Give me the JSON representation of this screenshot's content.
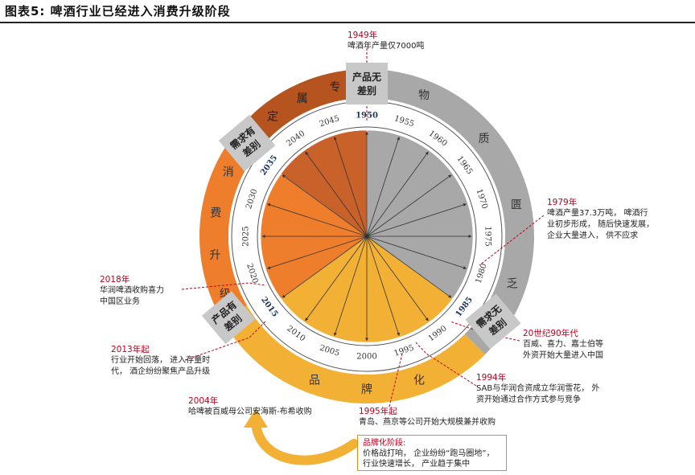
{
  "figure": {
    "title": "图表5:  啤酒行业已经进入消费升级阶段"
  },
  "colors": {
    "grey": "#a8a8a8",
    "grey_dark": "#8c8c8c",
    "yellow": "#f2b134",
    "orange": "#ee7d2c",
    "brown": "#c9612a",
    "ring_brown": "#b5541f",
    "label_box": "#c8c8c8",
    "annotation_red": "#c0001d"
  },
  "center_label": "产品无差别",
  "stage_labels": [
    {
      "id": "shortage",
      "text": "需求无差别"
    },
    {
      "id": "branding",
      "text": "产品有差别"
    },
    {
      "id": "consumer",
      "text": "需求有差别"
    }
  ],
  "arc_labels": {
    "grey": [
      "物",
      "质",
      "匮",
      "乏"
    ],
    "yellow": [
      "品",
      "牌",
      "化"
    ],
    "orange": [
      "消",
      "费",
      "升",
      "级"
    ],
    "brown": [
      "专",
      "属",
      "定",
      "制"
    ]
  },
  "years": [
    "1950",
    "1955",
    "1960",
    "1965",
    "1970",
    "1975",
    "1980",
    "1985",
    "1990",
    "1995",
    "2000",
    "2005",
    "2010",
    "2015",
    "2020",
    "2025",
    "2030",
    "2035",
    "2040",
    "2045"
  ],
  "bold_years": [
    "1950",
    "1985",
    "2015",
    "2035"
  ],
  "annotations": [
    {
      "id": "a1949",
      "year": "1949年",
      "lines": [
        "啤酒年产量仅7000吨"
      ]
    },
    {
      "id": "a1979",
      "year": "1979年",
      "lines": [
        "啤酒产量37.3万吨，  啤酒行",
        "业初步形成，  随后快速发展，",
        "企业大量进入，  供不应求"
      ]
    },
    {
      "id": "a90s",
      "year": "20世纪90年代",
      "lines": [
        "百威、喜力、嘉士伯等",
        "外资开始大量进入中国"
      ]
    },
    {
      "id": "a1994",
      "year": "1994年",
      "lines": [
        "SAB与华润合资成立华润雪花，  外",
        "资开始通过合作方式参与竞争"
      ]
    },
    {
      "id": "a1995",
      "year": "1995年起",
      "lines": [
        "青岛、燕京等公司开始大规模兼并收购"
      ]
    },
    {
      "id": "a2004",
      "year": "2004年",
      "lines": [
        "哈啤被百威母公司安海斯-布希收购"
      ]
    },
    {
      "id": "a2013",
      "year": "2013年起",
      "lines": [
        "行业开始回落，  进入存量时",
        "代，  酒企纷纷聚焦产品升级"
      ]
    },
    {
      "id": "a2018",
      "year": "2018年",
      "lines": [
        "华润啤酒收购喜力",
        "中国区业务"
      ]
    }
  ],
  "branding_box": {
    "heading": "品牌化阶段:",
    "lines": [
      "价格战打响，  企业纷纷“跑马圈地”，",
      "行业快速增长，  产业趋于集中"
    ]
  }
}
